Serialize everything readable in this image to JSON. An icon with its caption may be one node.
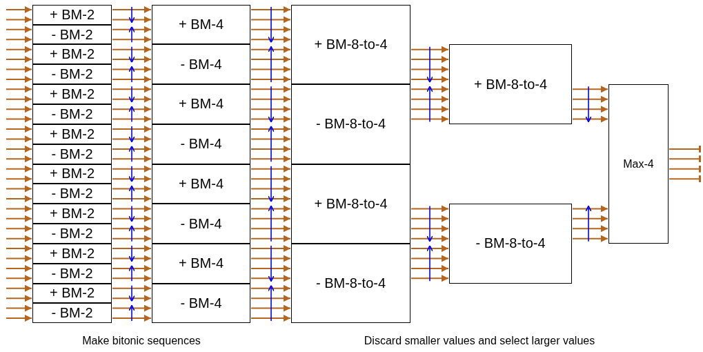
{
  "diagram": {
    "nodes": [
      {
        "text": [
          "+ BM-2"
        ]
      },
      {
        "text": [
          "- BM-2"
        ]
      },
      {
        "text": [
          "+ BM-2"
        ]
      },
      {
        "text": [
          "- BM-2"
        ]
      },
      {
        "text": [
          "+ BM-2"
        ]
      },
      {
        "text": [
          "- BM-2"
        ]
      },
      {
        "text": [
          "+ BM-2"
        ]
      },
      {
        "text": [
          "- BM-2"
        ]
      },
      {
        "text": [
          "+ BM-2"
        ]
      },
      {
        "text": [
          "- BM-2"
        ]
      },
      {
        "text": [
          "+ BM-2"
        ]
      },
      {
        "text": [
          "- BM-2"
        ]
      },
      {
        "text": [
          "+ BM-2"
        ]
      },
      {
        "text": [
          "- BM-2"
        ]
      },
      {
        "text": [
          "+ BM-2"
        ]
      },
      {
        "text": [
          "- BM-2"
        ]
      },
      {
        "text": [
          "+ BM-4"
        ]
      },
      {
        "text": [
          "- BM-4"
        ]
      },
      {
        "text": [
          "+ BM-4"
        ]
      },
      {
        "text": [
          "- BM-4"
        ]
      },
      {
        "text": [
          "+ BM-4"
        ]
      },
      {
        "text": [
          "- BM-4"
        ]
      },
      {
        "text": [
          "+ BM-4"
        ]
      },
      {
        "text": [
          "- BM-4"
        ]
      },
      {
        "text": [
          "+ BM-8-to-4"
        ]
      },
      {
        "text": [
          "- BM-8-to-4"
        ]
      },
      {
        "text": [
          "+ BM-8-to-4"
        ]
      },
      {
        "text": [
          "- BM-8-to-4"
        ]
      },
      {
        "text": [
          "+ BM-8-to-4"
        ]
      },
      {
        "text": [
          "- BM-8-to-4"
        ]
      },
      {
        "text": [
          "Max-4"
        ]
      }
    ],
    "edges": [
      {
        "from": null,
        "to": 0,
        "arrow": "to"
      },
      {
        "from": null,
        "to": 0,
        "arrow": "to"
      },
      {
        "from": null,
        "to": 1,
        "arrow": "to"
      },
      {
        "from": null,
        "to": 1,
        "arrow": "to"
      },
      {
        "from": null,
        "to": 2,
        "arrow": "to"
      },
      {
        "from": null,
        "to": 2,
        "arrow": "to"
      },
      {
        "from": null,
        "to": 3,
        "arrow": "to"
      },
      {
        "from": null,
        "to": 3,
        "arrow": "to"
      },
      {
        "from": null,
        "to": 4,
        "arrow": "to"
      },
      {
        "from": null,
        "to": 4,
        "arrow": "to"
      },
      {
        "from": null,
        "to": 5,
        "arrow": "to"
      },
      {
        "from": null,
        "to": 5,
        "arrow": "to"
      },
      {
        "from": null,
        "to": 6,
        "arrow": "to"
      },
      {
        "from": null,
        "to": 6,
        "arrow": "to"
      },
      {
        "from": null,
        "to": 7,
        "arrow": "to"
      },
      {
        "from": null,
        "to": 7,
        "arrow": "to"
      },
      {
        "from": null,
        "to": 8,
        "arrow": "to"
      },
      {
        "from": null,
        "to": 8,
        "arrow": "to"
      },
      {
        "from": null,
        "to": 9,
        "arrow": "to"
      },
      {
        "from": null,
        "to": 9,
        "arrow": "to"
      },
      {
        "from": null,
        "to": 10,
        "arrow": "to"
      },
      {
        "from": null,
        "to": 10,
        "arrow": "to"
      },
      {
        "from": null,
        "to": 11,
        "arrow": "to"
      },
      {
        "from": null,
        "to": 11,
        "arrow": "to"
      },
      {
        "from": null,
        "to": 12,
        "arrow": "to"
      },
      {
        "from": null,
        "to": 12,
        "arrow": "to"
      },
      {
        "from": null,
        "to": 13,
        "arrow": "to"
      },
      {
        "from": null,
        "to": 13,
        "arrow": "to"
      },
      {
        "from": null,
        "to": 14,
        "arrow": "to"
      },
      {
        "from": null,
        "to": 14,
        "arrow": "to"
      },
      {
        "from": null,
        "to": 15,
        "arrow": "to"
      },
      {
        "from": null,
        "to": 15,
        "arrow": "to"
      },
      {
        "from": 0,
        "to": 16,
        "arrow": "to"
      },
      {
        "from": 0,
        "to": 16,
        "arrow": "to"
      },
      {
        "from": 1,
        "to": 16,
        "arrow": "to"
      },
      {
        "from": 1,
        "to": 16,
        "arrow": "to"
      },
      {
        "from": 2,
        "to": 17,
        "arrow": "to"
      },
      {
        "from": 2,
        "to": 17,
        "arrow": "to"
      },
      {
        "from": 3,
        "to": 17,
        "arrow": "to"
      },
      {
        "from": 3,
        "to": 17,
        "arrow": "to"
      },
      {
        "from": 4,
        "to": 18,
        "arrow": "to"
      },
      {
        "from": 4,
        "to": 18,
        "arrow": "to"
      },
      {
        "from": 5,
        "to": 18,
        "arrow": "to"
      },
      {
        "from": 5,
        "to": 18,
        "arrow": "to"
      },
      {
        "from": 6,
        "to": 19,
        "arrow": "to"
      },
      {
        "from": 6,
        "to": 19,
        "arrow": "to"
      },
      {
        "from": 7,
        "to": 19,
        "arrow": "to"
      },
      {
        "from": 7,
        "to": 19,
        "arrow": "to"
      },
      {
        "from": 8,
        "to": 20,
        "arrow": "to"
      },
      {
        "from": 8,
        "to": 20,
        "arrow": "to"
      },
      {
        "from": 9,
        "to": 20,
        "arrow": "to"
      },
      {
        "from": 9,
        "to": 20,
        "arrow": "to"
      },
      {
        "from": 10,
        "to": 21,
        "arrow": "to"
      },
      {
        "from": 10,
        "to": 21,
        "arrow": "to"
      },
      {
        "from": 11,
        "to": 21,
        "arrow": "to"
      },
      {
        "from": 11,
        "to": 21,
        "arrow": "to"
      },
      {
        "from": 12,
        "to": 22,
        "arrow": "to"
      },
      {
        "from": 12,
        "to": 22,
        "arrow": "to"
      },
      {
        "from": 13,
        "to": 22,
        "arrow": "to"
      },
      {
        "from": 13,
        "to": 22,
        "arrow": "to"
      },
      {
        "from": 14,
        "to": 23,
        "arrow": "to"
      },
      {
        "from": 14,
        "to": 23,
        "arrow": "to"
      },
      {
        "from": 15,
        "to": 23,
        "arrow": "to"
      },
      {
        "from": 15,
        "to": 23,
        "arrow": "to"
      },
      {
        "from": 16,
        "to": 24,
        "arrow": "to"
      },
      {
        "from": 16,
        "to": 24,
        "arrow": "to"
      },
      {
        "from": 16,
        "to": 24,
        "arrow": "to"
      },
      {
        "from": 16,
        "to": 24,
        "arrow": "to"
      },
      {
        "from": 17,
        "to": 24,
        "arrow": "to"
      },
      {
        "from": 17,
        "to": 24,
        "arrow": "to"
      },
      {
        "from": 17,
        "to": 24,
        "arrow": "to"
      },
      {
        "from": 17,
        "to": 24,
        "arrow": "to"
      },
      {
        "from": 18,
        "to": 25,
        "arrow": "to"
      },
      {
        "from": 18,
        "to": 25,
        "arrow": "to"
      },
      {
        "from": 18,
        "to": 25,
        "arrow": "to"
      },
      {
        "from": 18,
        "to": 25,
        "arrow": "to"
      },
      {
        "from": 19,
        "to": 25,
        "arrow": "to"
      },
      {
        "from": 19,
        "to": 25,
        "arrow": "to"
      },
      {
        "from": 19,
        "to": 25,
        "arrow": "to"
      },
      {
        "from": 19,
        "to": 25,
        "arrow": "to"
      },
      {
        "from": 20,
        "to": 26,
        "arrow": "to"
      },
      {
        "from": 20,
        "to": 26,
        "arrow": "to"
      },
      {
        "from": 20,
        "to": 26,
        "arrow": "to"
      },
      {
        "from": 20,
        "to": 26,
        "arrow": "to"
      },
      {
        "from": 21,
        "to": 26,
        "arrow": "to"
      },
      {
        "from": 21,
        "to": 26,
        "arrow": "to"
      },
      {
        "from": 21,
        "to": 26,
        "arrow": "to"
      },
      {
        "from": 21,
        "to": 26,
        "arrow": "to"
      },
      {
        "from": 22,
        "to": 27,
        "arrow": "to"
      },
      {
        "from": 22,
        "to": 27,
        "arrow": "to"
      },
      {
        "from": 22,
        "to": 27,
        "arrow": "to"
      },
      {
        "from": 22,
        "to": 27,
        "arrow": "to"
      },
      {
        "from": 23,
        "to": 27,
        "arrow": "to"
      },
      {
        "from": 23,
        "to": 27,
        "arrow": "to"
      },
      {
        "from": 23,
        "to": 27,
        "arrow": "to"
      },
      {
        "from": 23,
        "to": 27,
        "arrow": "to"
      },
      {
        "from": 24,
        "to": 28,
        "arrow": "to"
      },
      {
        "from": 24,
        "to": 28,
        "arrow": "to"
      },
      {
        "from": 24,
        "to": 28,
        "arrow": "to"
      },
      {
        "from": 24,
        "to": 28,
        "arrow": "to"
      },
      {
        "from": 25,
        "to": 28,
        "arrow": "to"
      },
      {
        "from": 25,
        "to": 28,
        "arrow": "to"
      },
      {
        "from": 25,
        "to": 28,
        "arrow": "to"
      },
      {
        "from": 25,
        "to": 28,
        "arrow": "to"
      },
      {
        "from": 26,
        "to": 29,
        "arrow": "to"
      },
      {
        "from": 26,
        "to": 29,
        "arrow": "to"
      },
      {
        "from": 26,
        "to": 29,
        "arrow": "to"
      },
      {
        "from": 26,
        "to": 29,
        "arrow": "to"
      },
      {
        "from": 27,
        "to": 29,
        "arrow": "to"
      },
      {
        "from": 27,
        "to": 29,
        "arrow": "to"
      },
      {
        "from": 27,
        "to": 29,
        "arrow": "to"
      },
      {
        "from": 27,
        "to": 29,
        "arrow": "to"
      },
      {
        "from": 28,
        "to": 30,
        "arrow": "to"
      },
      {
        "from": 28,
        "to": 30,
        "arrow": "to"
      },
      {
        "from": 28,
        "to": 30,
        "arrow": "to"
      },
      {
        "from": 28,
        "to": 30,
        "arrow": "to"
      },
      {
        "from": 29,
        "to": 30,
        "arrow": "to"
      },
      {
        "from": 29,
        "to": 30,
        "arrow": "to"
      },
      {
        "from": 29,
        "to": 30,
        "arrow": "to"
      },
      {
        "from": 29,
        "to": 30,
        "arrow": "to"
      },
      {
        "from": 30,
        "to": null,
        "arrow": "other"
      },
      {
        "from": 30,
        "to": null,
        "arrow": "other"
      },
      {
        "from": 30,
        "to": null,
        "arrow": "other"
      },
      {
        "from": 30,
        "to": null,
        "arrow": "other"
      }
    ],
    "labels": [
      "Make bitonic sequences",
      "Discard smaller values and select larger values"
    ]
  }
}
